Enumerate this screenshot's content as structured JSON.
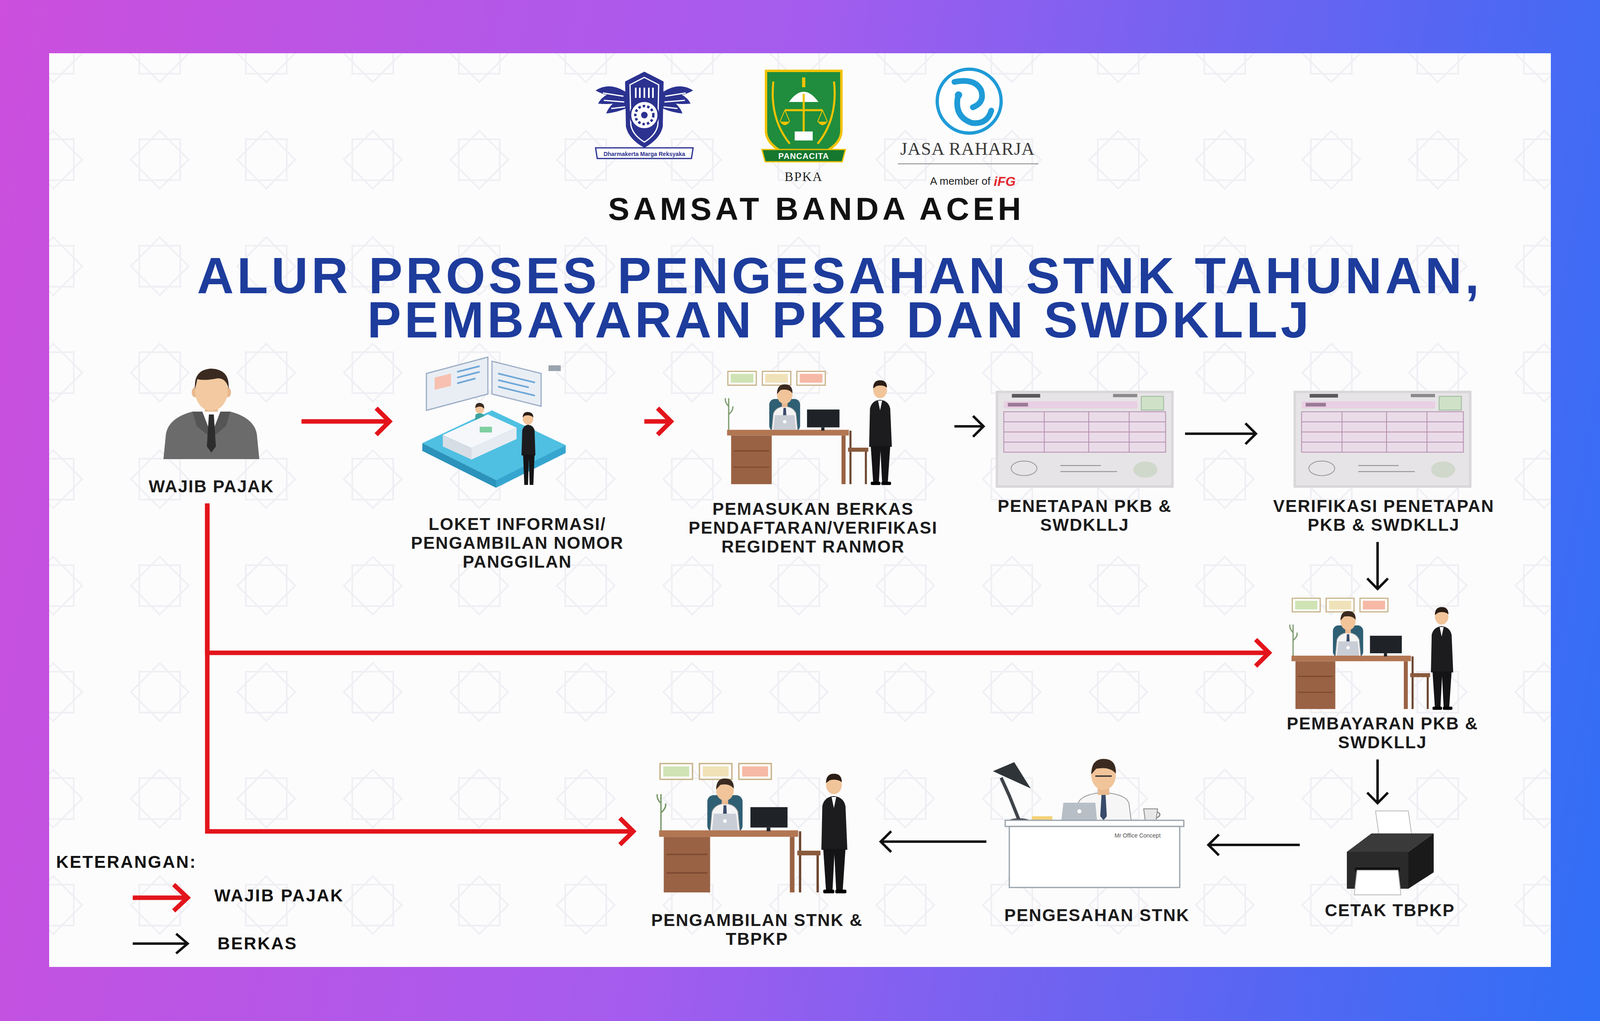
{
  "diagram": {
    "title": "ALUR PROSES PENGESAHAN STNK TAHUNAN, PEMBAYARAN PKB DAN SWDKLLJ",
    "nodes": [
      {
        "text": [
          "WAJIB PAJAK"
        ]
      },
      {
        "text": [
          "LOKET INFORMASI/ PENGAMBILAN NOMOR PANGGILAN"
        ]
      },
      {
        "text": [
          "PEMASUKAN BERKAS PENDAFTARAN/VERIFIKASI REGIDENT RANMOR"
        ]
      },
      {
        "text": [
          "PENETAPAN PKB & SWDKLLJ"
        ]
      },
      {
        "text": [
          "VERIFIKASI PENETAPAN PKB & SWDKLLJ"
        ]
      },
      {
        "text": [
          "PEMBAYARAN PKB & SWDKLLJ"
        ]
      },
      {
        "text": [
          "CETAK TBPKP"
        ]
      },
      {
        "text": [
          "PENGESAHAN STNK"
        ]
      },
      {
        "text": [
          "PENGAMBILAN STNK & TBPKP"
        ]
      }
    ],
    "edges": [
      {
        "from": 0,
        "to": 1,
        "arrow": "to"
      },
      {
        "from": 1,
        "to": 2,
        "arrow": "to"
      },
      {
        "from": 2,
        "to": 3,
        "arrow": "to"
      },
      {
        "from": 3,
        "to": 4,
        "arrow": "to"
      },
      {
        "from": 4,
        "to": 5,
        "arrow": "to"
      },
      {
        "from": 0,
        "to": 5,
        "arrow": "to"
      },
      {
        "from": 0,
        "to": 8,
        "arrow": "to"
      },
      {
        "from": 5,
        "to": 6,
        "arrow": "to"
      },
      {
        "from": 6,
        "to": 7,
        "arrow": "to"
      },
      {
        "from": 7,
        "to": 8,
        "arrow": "to"
      }
    ],
    "labels": [
      "SAMSAT BANDA ACEH",
      "Dharmakerta Marga Reksyaka",
      "PANCACITA",
      "BPKA",
      "JASA RAHARJA",
      "A member of",
      "iFG",
      "Mr Office Concept",
      "KETERANGAN:"
    ],
    "legend": [
      {
        "text": "WAJIB PAJAK"
      },
      {
        "text": "BERKAS"
      }
    ]
  }
}
